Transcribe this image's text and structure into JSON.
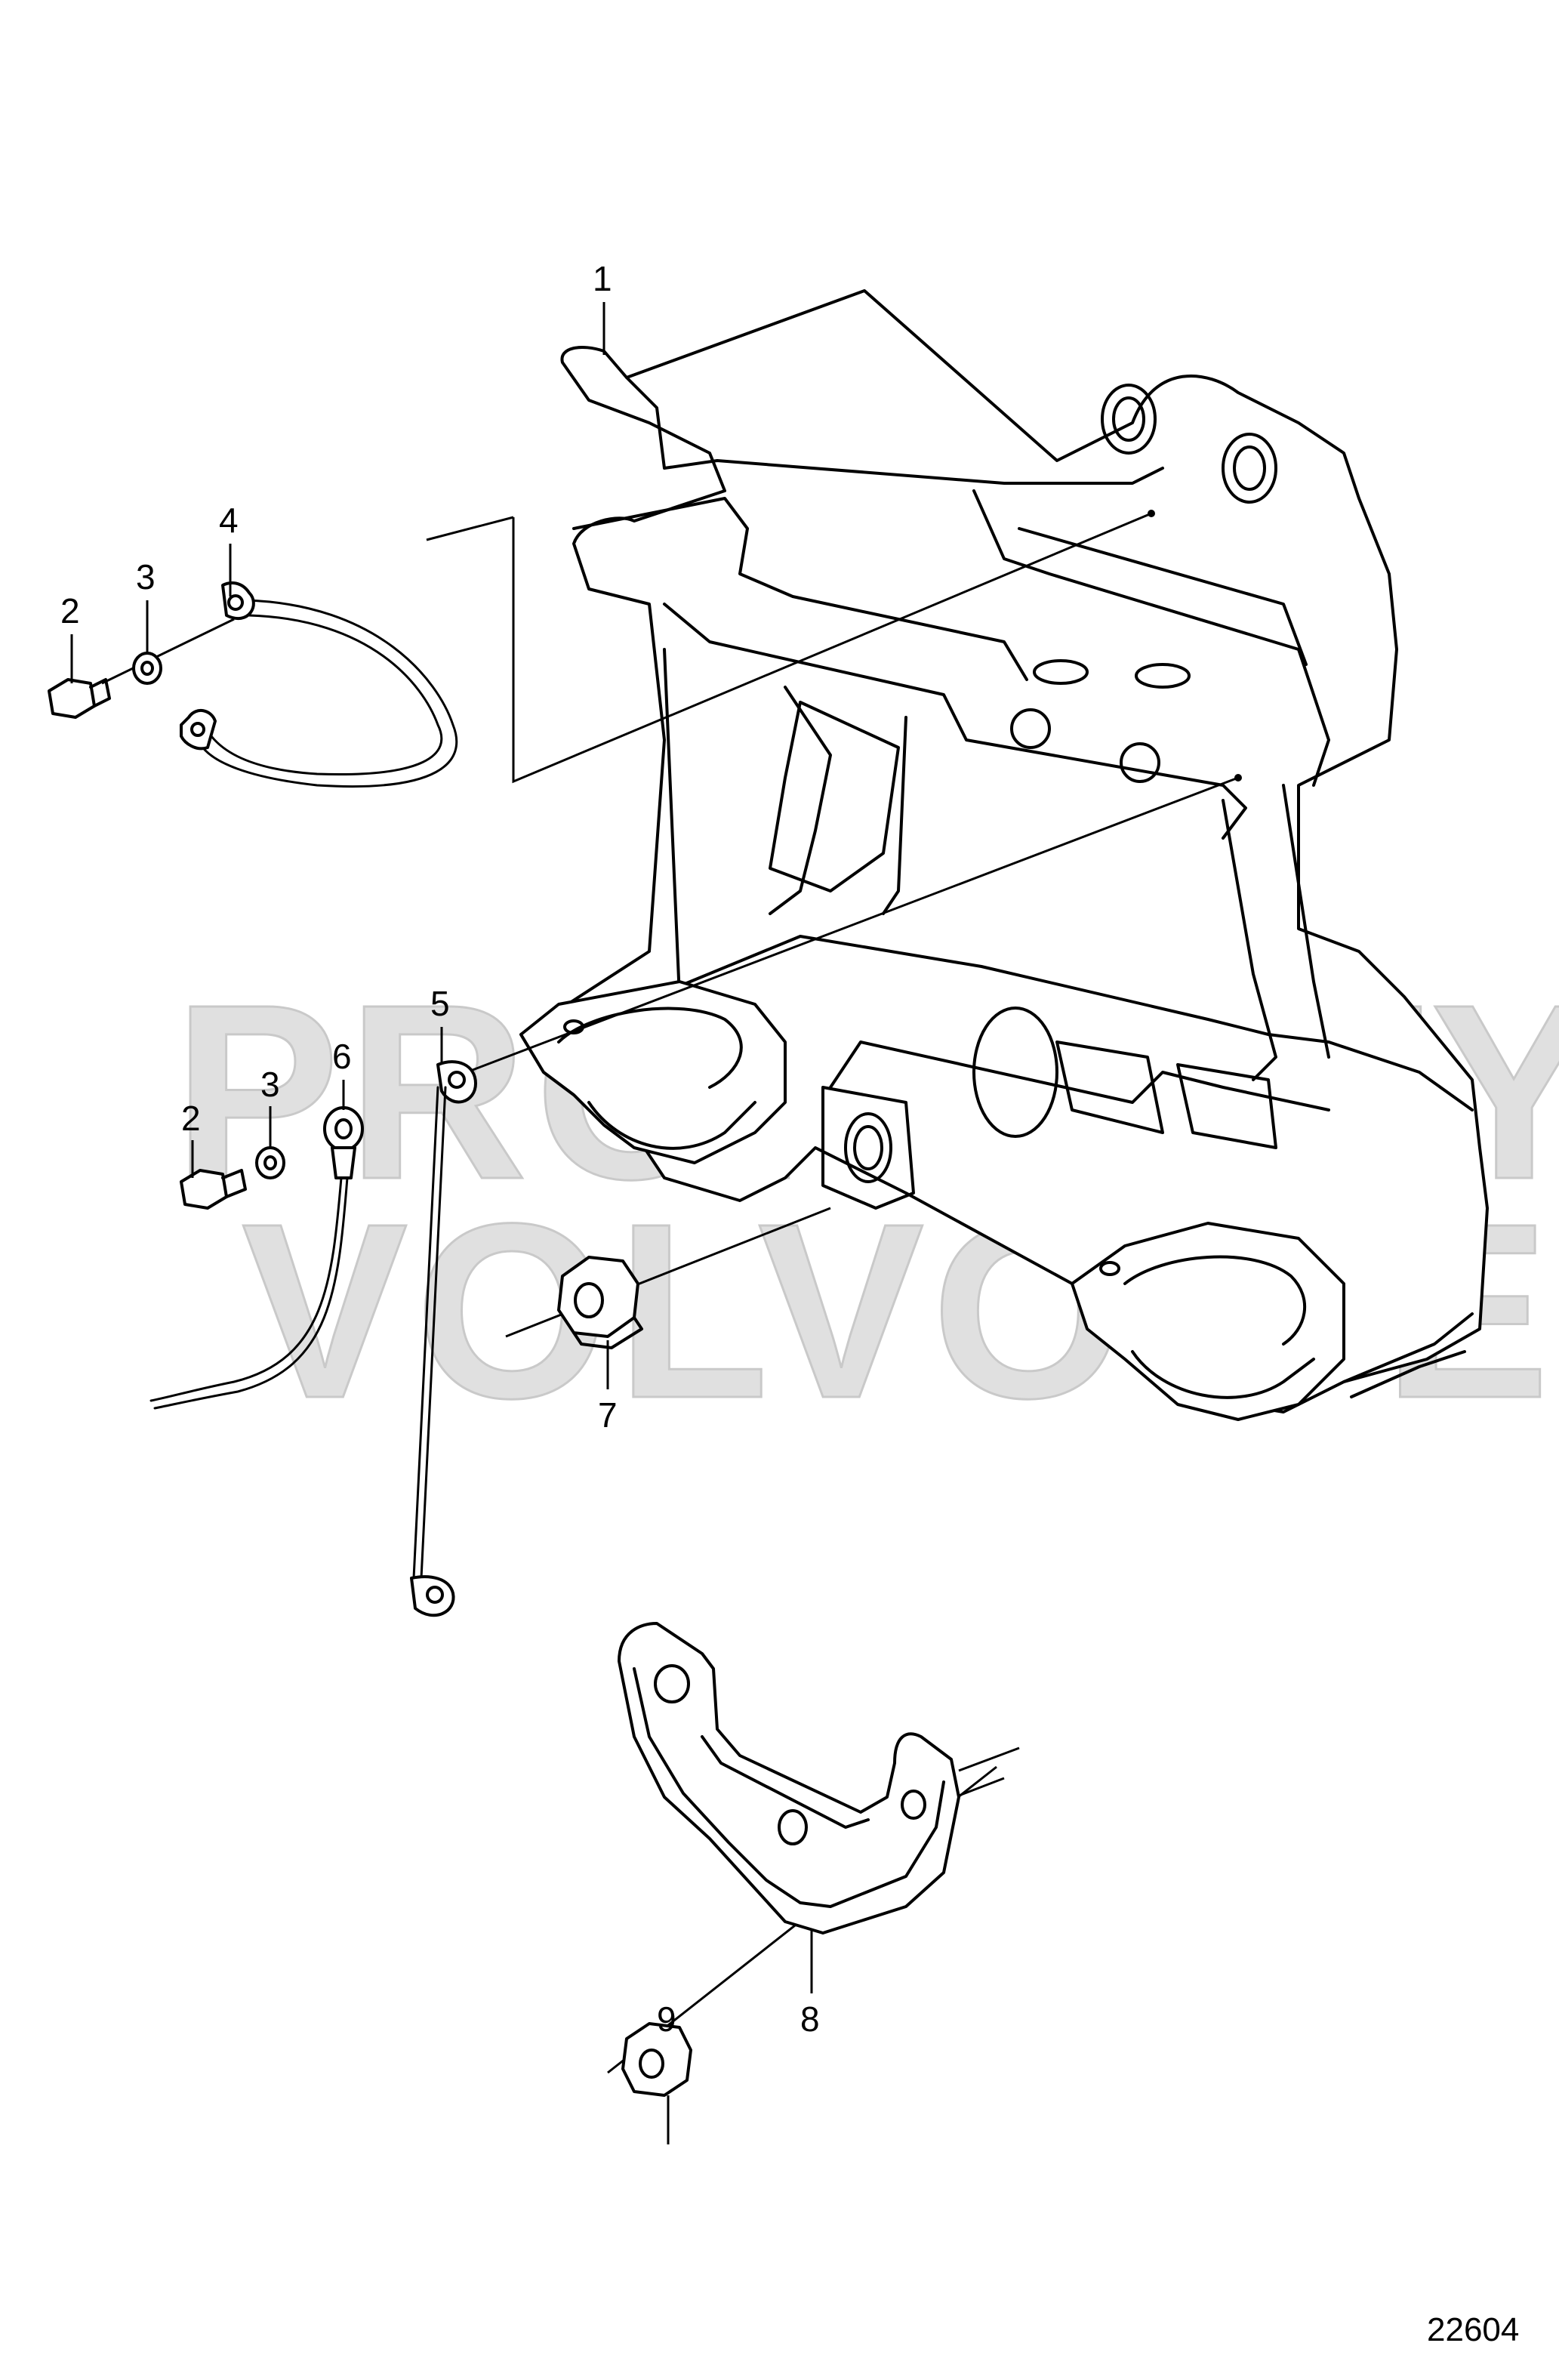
{
  "watermark": {
    "line1": "PROPERTY OF",
    "line2": "VOLVO PENTA"
  },
  "figure_number": "22604",
  "callouts": {
    "c1": "1",
    "c2a": "2",
    "c3a": "3",
    "c4": "4",
    "c2b": "2",
    "c3b": "3",
    "c5": "5",
    "c6": "6",
    "c7": "7",
    "c8": "8",
    "c9": "9"
  }
}
